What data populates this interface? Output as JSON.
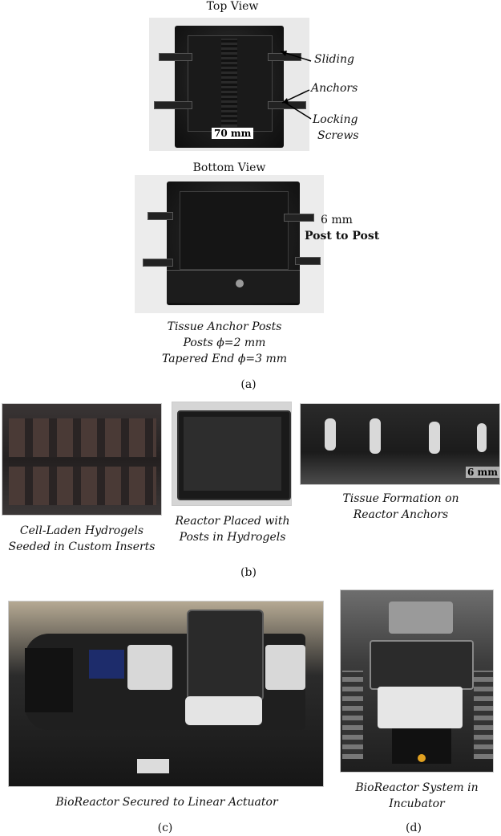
{
  "panel_a": {
    "top_view_label": "Top View",
    "bottom_view_label": "Bottom View",
    "sliding_label": "Sliding",
    "anchors_label": "Anchors",
    "locking_label": "Locking",
    "screws_label": "Screws",
    "width_measure": "70 mm",
    "post_distance_value": "6",
    "post_distance_unit": "mm",
    "post_to_post": "Post to Post",
    "caption_line1": "Tissue Anchor Posts",
    "caption_line2": "Posts ϕ=2 mm",
    "caption_line3": "Tapered End ϕ=3 mm",
    "panel_label": "(a)"
  },
  "panel_b": {
    "caption_left_1": "Cell-Laden Hydrogels",
    "caption_left_2": "Seeded in Custom Inserts",
    "caption_mid_1": "Reactor Placed with",
    "caption_mid_2": "Posts in Hydrogels",
    "caption_right_1": "Tissue Formation on",
    "caption_right_2": "Reactor Anchors",
    "scale_label": "6 mm",
    "panel_label": "(b)"
  },
  "panel_c": {
    "caption": "BioReactor Secured to Linear Actuator",
    "panel_label": "(c)"
  },
  "panel_d": {
    "caption_1": "BioReactor System in",
    "caption_2": "Incubator",
    "panel_label": "(d)"
  }
}
